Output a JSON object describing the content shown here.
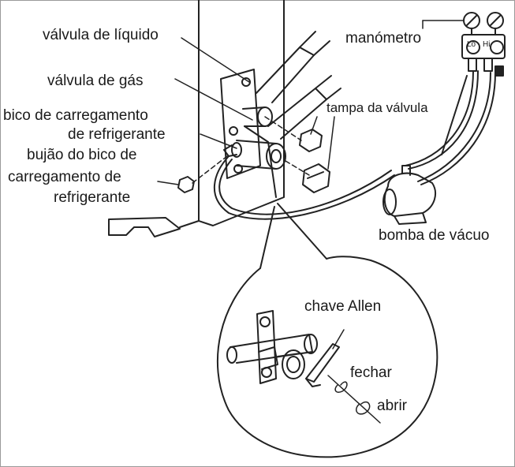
{
  "labels": {
    "liquid_valve": "válvula de líquido",
    "gas_valve": "válvula de gás",
    "charging_port_1": "bico de carregamento",
    "charging_port_2": "de refrigerante",
    "port_cap_1": "bujão do bico de",
    "port_cap_2": "carregamento de",
    "port_cap_3": "refrigerante",
    "valve_cap": "tampa da válvula",
    "manometer": "manómetro",
    "lo": "Lo",
    "hi": "Hi",
    "vacuum_pump": "bomba de vácuo",
    "allen_key": "chave Allen",
    "close": "fechar",
    "open": "abrir"
  },
  "colors": {
    "ink": "#1a1a1a",
    "line": "#222222",
    "frame": "#9a9a9a",
    "background": "#ffffff"
  }
}
